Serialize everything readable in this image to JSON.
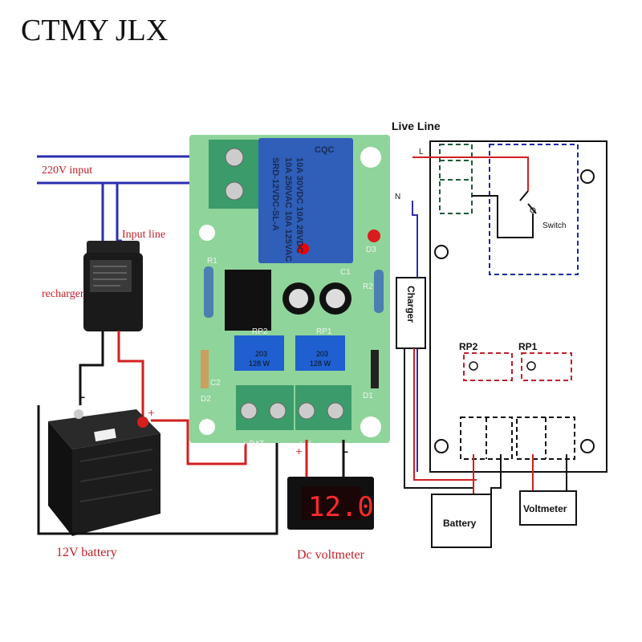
{
  "brand": "CTMY JLX",
  "labels": {
    "ac_input": "220V input",
    "input_line": "Input line",
    "recharger": "recharger",
    "battery": "12V battery",
    "voltmeter": "Dc voltmeter",
    "voltmeter_reading": "12.0",
    "bat_terminal": "+ BAT−",
    "v_terminal": "+ V −",
    "plus": "+",
    "minus": "−"
  },
  "schematic": {
    "live_line": "Live Line",
    "l": "L",
    "n": "N",
    "switch": "Switch",
    "charger": "Charger",
    "rp2": "RP2",
    "rp1": "RP1",
    "battery": "Battery",
    "voltmeter": "Voltmeter"
  },
  "pcb": {
    "relay_lines": [
      "SRD-12VDC-SL-A",
      "10A 250VAC  10A 125VAC",
      "10A 30VDC  10A 28VDC"
    ],
    "relay_brand": "CQC",
    "pot_code": "203",
    "pot_label": "128 W",
    "rp2": "RP2",
    "rp1": "RP1",
    "d3": "D3",
    "r1": "R1",
    "r2": "R2",
    "c1": "C1",
    "c2": "C2",
    "d1": "D1",
    "d2": "D2"
  },
  "colors": {
    "ac_wire": "#2a2fb0",
    "positive_wire": "#d21f1f",
    "negative_wire": "#111111",
    "pcb_green": "#8fd49a",
    "relay_blue": "#2f5fb8",
    "display_red": "#ff2a2a"
  }
}
